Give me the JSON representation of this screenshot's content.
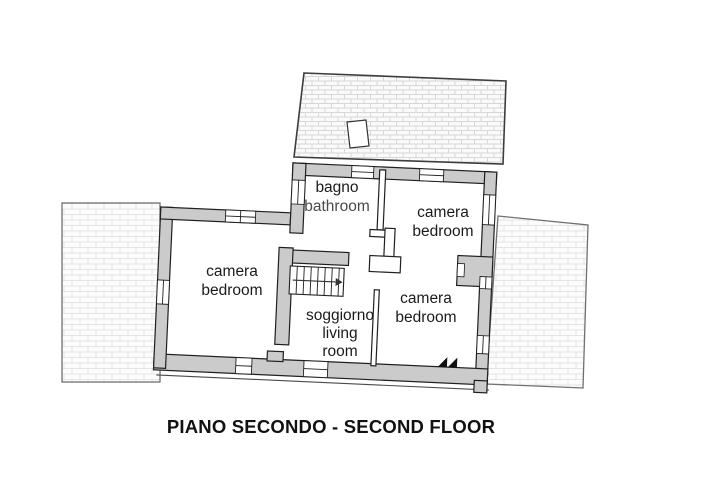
{
  "plan": {
    "title": "PIANO SECONDO - SECOND FLOOR",
    "rooms": {
      "bathroom": {
        "it": "bagno",
        "en": "bathroom"
      },
      "bedroom_top_right": {
        "it": "camera",
        "en": "bedroom"
      },
      "bedroom_left": {
        "it": "camera",
        "en": "bedroom"
      },
      "bedroom_bottom_right": {
        "it": "camera",
        "en": "bedroom"
      },
      "living_room": {
        "it": "soggiorno",
        "en_line1": "living",
        "en_line2": "room"
      }
    },
    "stairs": {
      "arrow_direction": "right"
    },
    "colors": {
      "wall_fill": "#cbcbcb",
      "wall_outline": "#1f1f1f",
      "roof_outline": "#707070",
      "text": "#1b1b1b",
      "text_translation": "#4a4a4a"
    }
  }
}
